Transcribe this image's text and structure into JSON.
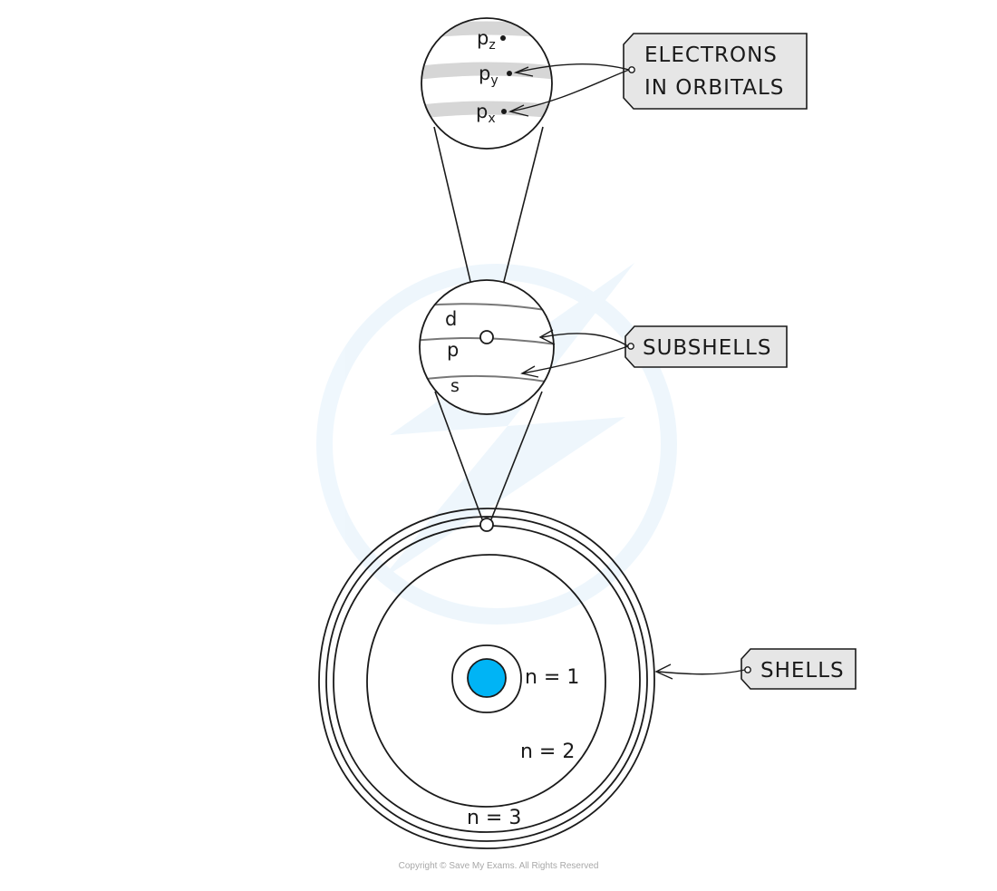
{
  "labels": {
    "orbitals_tag_line1": "ELECTRONS",
    "orbitals_tag_line2": "IN ORBITALS",
    "subshells_tag": "SUBSHELLS",
    "shells_tag": "SHELLS"
  },
  "orbitals": [
    {
      "letter": "p",
      "subscript": "z"
    },
    {
      "letter": "p",
      "subscript": "y"
    },
    {
      "letter": "p",
      "subscript": "x"
    }
  ],
  "subshells": [
    "d",
    "p",
    "s"
  ],
  "shells": [
    "n = 1",
    "n = 2",
    "n = 3"
  ],
  "copyright": "Copyright © Save My Exams. All Rights Reserved",
  "colors": {
    "nucleus": "#00b4f5",
    "tag_fill": "#e6e6e6",
    "orbital_band": "#d6d6d6",
    "line": "#1a1a1a"
  }
}
